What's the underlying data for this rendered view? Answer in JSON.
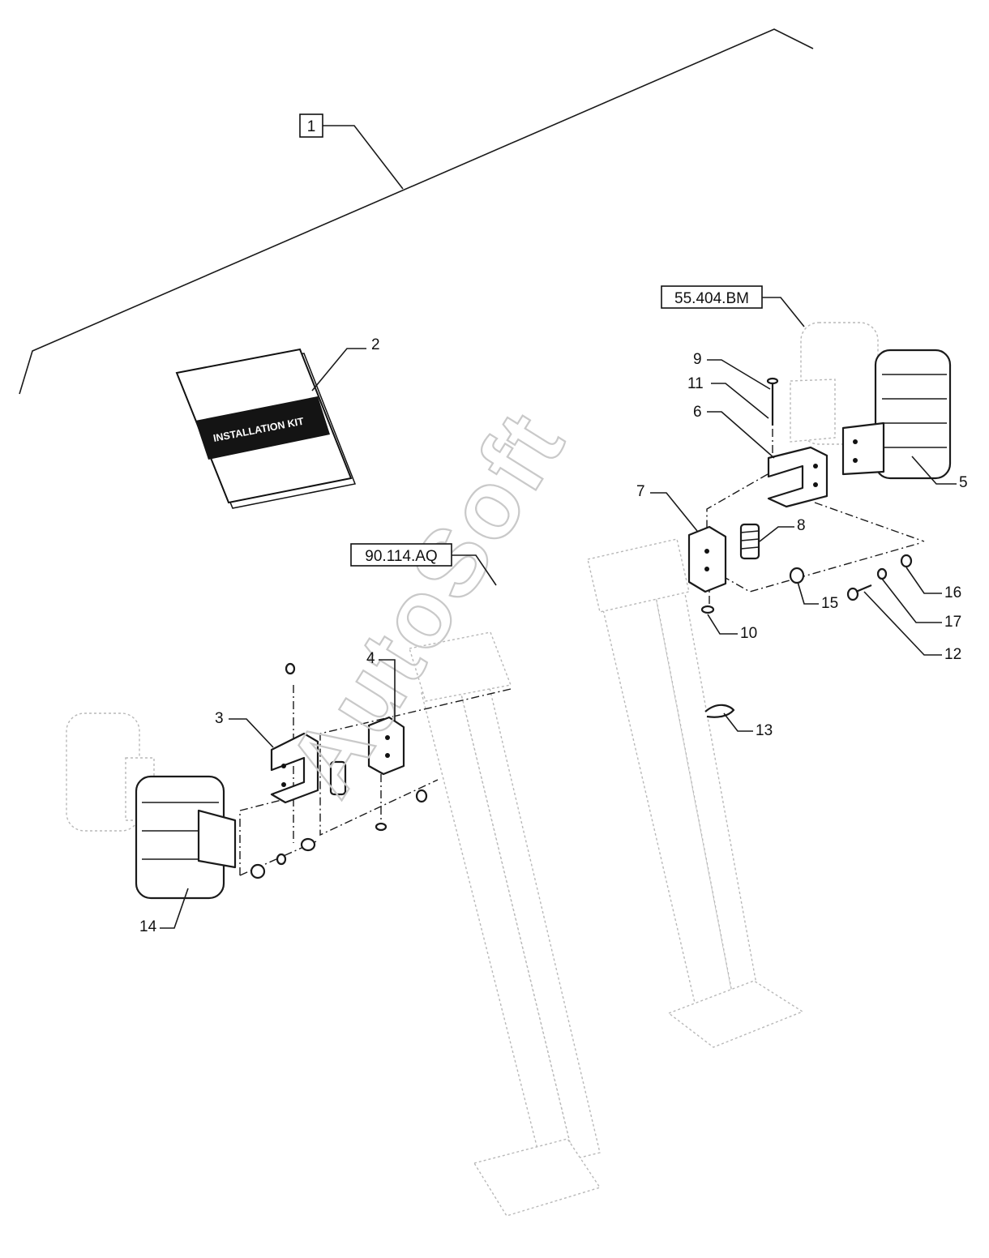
{
  "watermark": "AutoSoft",
  "manual": {
    "title": "INSTALLATION KIT"
  },
  "references": [
    {
      "id": "ref-kit",
      "text": "1"
    },
    {
      "id": "ref-55404",
      "text": "55.404.BM"
    },
    {
      "id": "ref-90114",
      "text": "90.114.AQ"
    }
  ],
  "callouts": [
    {
      "id": "2",
      "text": "2"
    },
    {
      "id": "3",
      "text": "3"
    },
    {
      "id": "4",
      "text": "4"
    },
    {
      "id": "5",
      "text": "5"
    },
    {
      "id": "6",
      "text": "6"
    },
    {
      "id": "7",
      "text": "7"
    },
    {
      "id": "8",
      "text": "8"
    },
    {
      "id": "9",
      "text": "9"
    },
    {
      "id": "10",
      "text": "10"
    },
    {
      "id": "11",
      "text": "11"
    },
    {
      "id": "12",
      "text": "12"
    },
    {
      "id": "13",
      "text": "13"
    },
    {
      "id": "14",
      "text": "14"
    },
    {
      "id": "15",
      "text": "15"
    },
    {
      "id": "16",
      "text": "16"
    },
    {
      "id": "17",
      "text": "17"
    }
  ]
}
